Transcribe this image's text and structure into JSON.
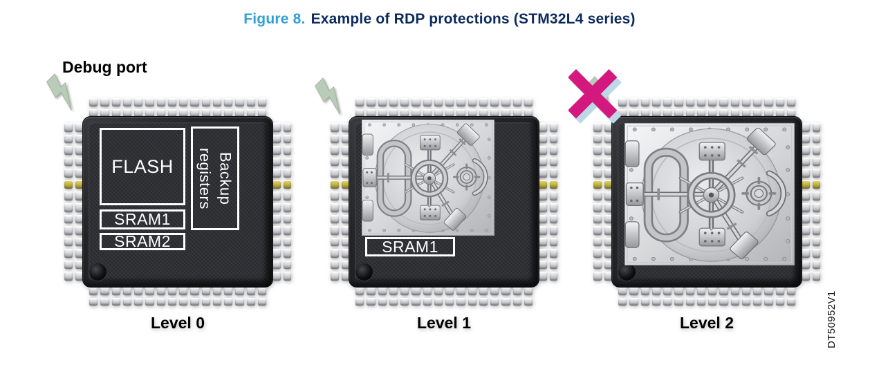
{
  "figure": {
    "label": "Figure 8.",
    "title": "Example of RDP protections (STM32L4 series)"
  },
  "debug_port_label": "Debug port",
  "reference": "DT50952V1",
  "chips": [
    {
      "level": "Level 0",
      "protection": "none",
      "blocks": {
        "flash": "FLASH",
        "backup_registers": "Backup registers",
        "sram1": "SRAM1",
        "sram2": "SRAM2"
      }
    },
    {
      "level": "Level 1",
      "protection": "vault-partial",
      "blocks": {
        "sram1": "SRAM1"
      }
    },
    {
      "level": "Level 2",
      "protection": "vault-full",
      "blocks": {}
    }
  ],
  "icons": {
    "lightning": "debug-access-attempt",
    "vault_door": "protected-area-vault",
    "x_mark": "access-blocked"
  },
  "colors": {
    "figure_label": "#2F9FD6",
    "figure_title": "#0C2A5C",
    "x_mark": "#D4197E",
    "x_mark_shadow": "#BCD8E7",
    "lightning": "#B9CCB8",
    "chip_body": "#232428",
    "pin_gold": "#B3A433"
  }
}
